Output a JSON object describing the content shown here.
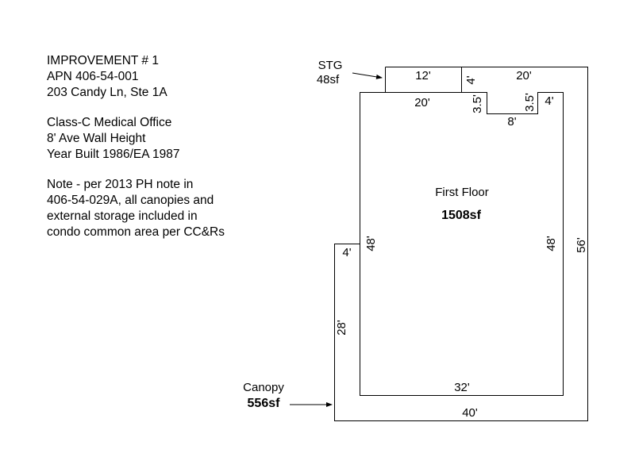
{
  "notes": {
    "header": [
      "IMPROVEMENT # 1",
      "APN 406-54-001",
      "203 Candy Ln, Ste 1A"
    ],
    "description": [
      "Class-C Medical Office",
      "8' Ave Wall Height",
      "Year Built 1986/EA 1987"
    ],
    "note": [
      "Note - per 2013 PH note in",
      "406-54-029A, all canopies and",
      "external storage included in",
      "condo common area per CC&Rs"
    ]
  },
  "sketch": {
    "line_color": "#000000",
    "first_floor": {
      "name": "First Floor",
      "area": "1508sf"
    },
    "storage": {
      "name": "STG",
      "area": "48sf"
    },
    "canopy": {
      "name": "Canopy",
      "area": "556sf"
    },
    "dimensions": {
      "stg_width": "12'",
      "stg_depth": "4'",
      "top_right_run": "20'",
      "floor_top": "20'",
      "notch_left": "3.5'",
      "notch_bottom": "8'",
      "notch_right": "3.5'",
      "notch_top_right": "4'",
      "floor_left": "48'",
      "floor_right": "48'",
      "outer_right": "56'",
      "canopy_left_top": "4'",
      "canopy_left": "28'",
      "floor_bottom": "32'",
      "outer_bottom": "40'"
    }
  }
}
